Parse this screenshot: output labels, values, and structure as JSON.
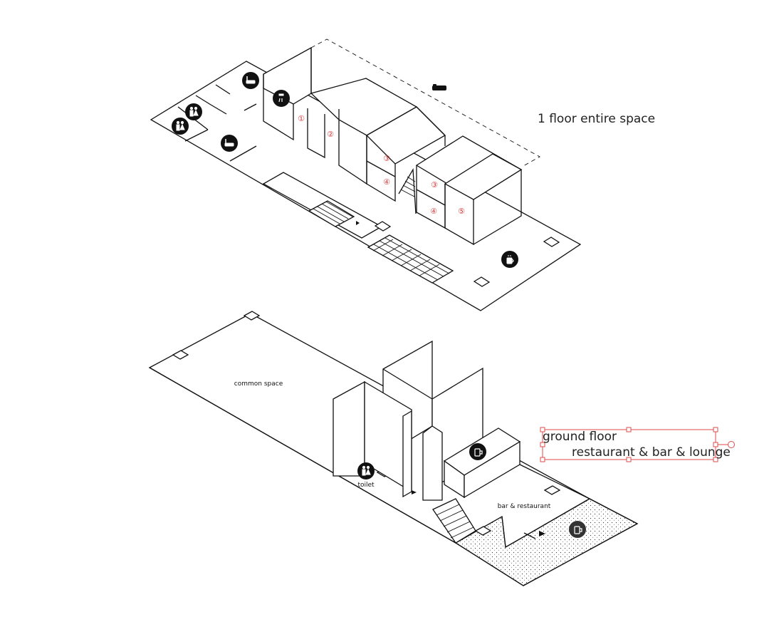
{
  "upper_floor": {
    "title": "1 floor entire space",
    "rooms": [
      "①",
      "②",
      "③",
      "④",
      "③",
      "④",
      "⑤"
    ]
  },
  "ground_floor": {
    "title_line1": "ground floor",
    "title_line2": "restaurant & bar & lounge",
    "labels": {
      "common": "common space",
      "toilet": "toilet",
      "bar": "bar & restaurant"
    }
  },
  "icons": [
    "bathtub-icon",
    "shower-icon",
    "restroom-icon",
    "restroom-icon",
    "bathtub-icon",
    "bed-icon",
    "coffee-cup-icon",
    "restroom-icon",
    "beer-mug-icon",
    "beer-mug-icon"
  ],
  "colors": {
    "line": "#111111",
    "room_number": "#d23c3c",
    "selection": "#e14b4b"
  }
}
